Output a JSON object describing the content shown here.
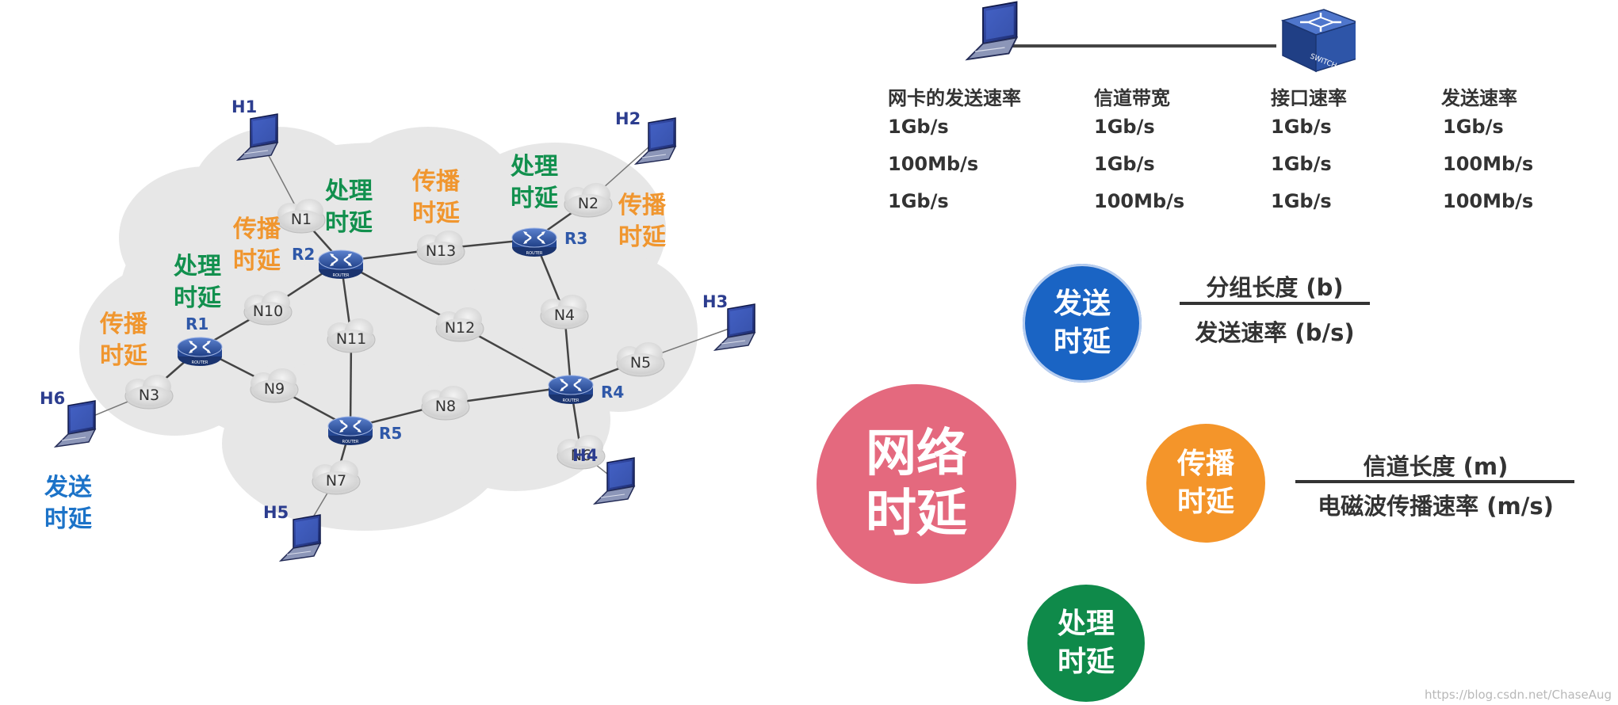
{
  "network": {
    "hosts": [
      "H1",
      "H2",
      "H3",
      "H4",
      "H5",
      "H6"
    ],
    "routers": [
      "R1",
      "R2",
      "R3",
      "R4",
      "R5"
    ],
    "clouds": [
      "N1",
      "N2",
      "N3",
      "N4",
      "N5",
      "N6",
      "N7",
      "N8",
      "N9",
      "N10",
      "N11",
      "N12",
      "N13"
    ],
    "router_caption": "ROUTER",
    "labels": {
      "prop_line1": "传播",
      "prop_line2": "时延",
      "proc_line1": "处理",
      "proc_line2": "时延",
      "send_line1": "发送",
      "send_line2": "时延"
    }
  },
  "link": {
    "switch_caption": "SWITCH"
  },
  "rate_table": {
    "headers": [
      "网卡的发送速率",
      "信道带宽",
      "接口速率",
      "发送速率"
    ],
    "rows": [
      [
        "1Gb/s",
        "1Gb/s",
        "1Gb/s",
        "1Gb/s"
      ],
      [
        "100Mb/s",
        "1Gb/s",
        "1Gb/s",
        "100Mb/s"
      ],
      [
        "1Gb/s",
        "100Mb/s",
        "1Gb/s",
        "100Mb/s"
      ]
    ]
  },
  "delays": {
    "network_line1": "网络",
    "network_line2": "时延",
    "send_line1": "发送",
    "send_line2": "时延",
    "prop_line1": "传播",
    "prop_line2": "时延",
    "proc_line1": "处理",
    "proc_line2": "时延",
    "send_numerator": "分组长度 (b)",
    "send_denominator": "发送速率 (b/s)",
    "prop_numerator": "信道长度 (m)",
    "prop_denominator": "电磁波传播速率 (m/s)"
  },
  "colors": {
    "network": "#e4697e",
    "send": "#1a64c4",
    "prop": "#f4952a",
    "proc": "#0f8a4a",
    "router": "#2f58a8",
    "laptop": "#2c3d8f"
  },
  "watermark": "https://blog.csdn.net/ChaseAug"
}
